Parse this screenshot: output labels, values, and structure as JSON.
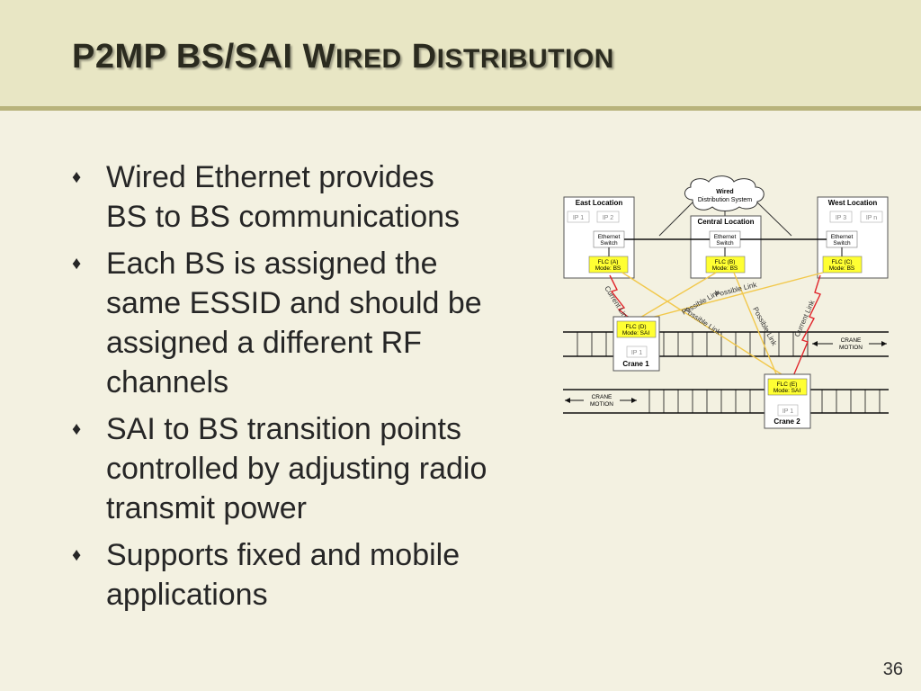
{
  "title": {
    "part1": "P2MP BS/SAI W",
    "part2": "IRED",
    "part3": " D",
    "part4": "ISTRIBUTION"
  },
  "bullets": [
    {
      "lines": [
        "Wired Ethernet provides",
        "BS to BS communications"
      ]
    },
    {
      "lines": [
        "Each BS is assigned the",
        "same ESSID and should be",
        "assigned a different RF",
        "channels"
      ]
    },
    {
      "lines": [
        "SAI to BS transition points",
        "controlled by adjusting radio",
        "transmit power"
      ]
    },
    {
      "lines": [
        "Supports fixed and mobile",
        "applications"
      ]
    }
  ],
  "bullet_glyph": "♦",
  "slide_number": "36",
  "diagram": {
    "cloud": {
      "line1": "Wired",
      "line2": "Distribution System"
    },
    "east": {
      "title": "East Location",
      "ip_a": "IP 1",
      "ip_b": "IP 2",
      "switch1": "Ethernet",
      "switch2": "Switch",
      "flc1": "FLC (A)",
      "flc2": "Mode: BS"
    },
    "central": {
      "title": "Central Location",
      "switch1": "Ethernet",
      "switch2": "Switch",
      "flc1": "FLC (B)",
      "flc2": "Mode: BS"
    },
    "west": {
      "title": "West Location",
      "ip_a": "IP 3",
      "ip_b": "IP n",
      "switch1": "Ethernet",
      "switch2": "Switch",
      "flc1": "FLC (C)",
      "flc2": "Mode: BS"
    },
    "crane1": {
      "flc1": "FLC (D)",
      "flc2": "Mode: SAI",
      "ip": "IP 1",
      "label": "Crane 1"
    },
    "crane2": {
      "flc1": "FLC (E)",
      "flc2": "Mode: SAI",
      "ip": "IP 1",
      "label": "Crane 2"
    },
    "motion1": {
      "line1": "CRANE",
      "line2": "MOTION"
    },
    "motion2": {
      "line1": "CRANE",
      "line2": "MOTION"
    },
    "links": {
      "current": "Current Link",
      "possible": "Possible Link"
    }
  },
  "colors": {
    "flc_fill": "#ffff33",
    "link_yellow": "#f2c84b",
    "link_red": "#e0252b",
    "header_bg": "#e8e6c4",
    "accent": "#b8b37b"
  }
}
